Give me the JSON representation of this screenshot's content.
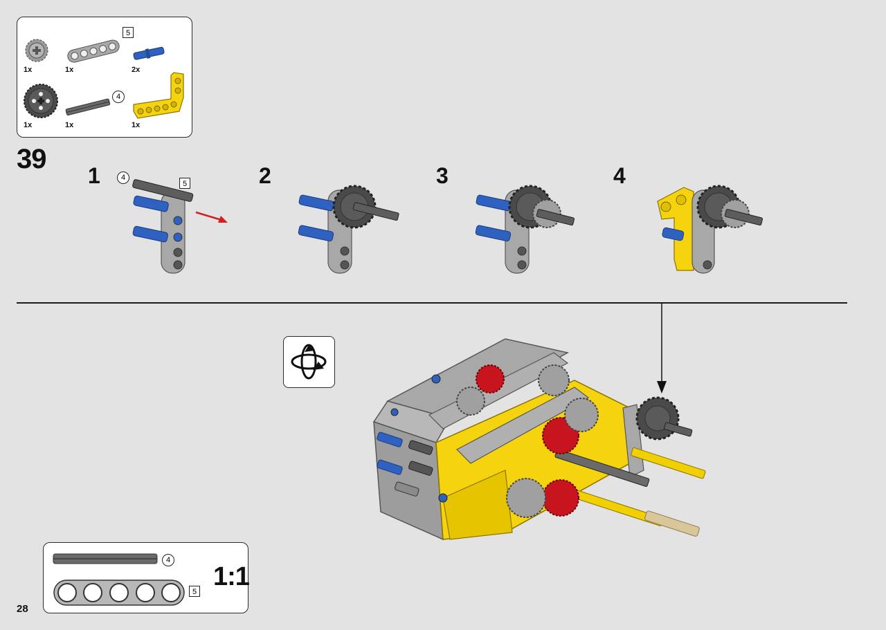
{
  "parts_list": {
    "items": [
      {
        "qty": "1x",
        "part": "small-gear-16-tooth",
        "color": "#9a9a9a"
      },
      {
        "qty": "1x",
        "part": "beam-5",
        "length": "5",
        "color": "#a8a8a8"
      },
      {
        "qty": "2x",
        "part": "pin-with-axle-blue",
        "color": "#2f62c0"
      },
      {
        "qty": "1x",
        "part": "gear-24-tooth",
        "color": "#4a4a4a"
      },
      {
        "qty": "1x",
        "part": "axle-4",
        "length": "4",
        "color": "#6a6a6a"
      },
      {
        "qty": "1x",
        "part": "l-beam-yellow",
        "color": "#f5d40f"
      }
    ]
  },
  "step": {
    "number": "39",
    "substeps": [
      {
        "label": "1",
        "axle_length": "4",
        "beam_length": "5"
      },
      {
        "label": "2"
      },
      {
        "label": "3"
      },
      {
        "label": "4"
      }
    ]
  },
  "rotate_icon": "rotate-model-icon",
  "scale_reference": {
    "axle_length": "4",
    "beam_length": "5",
    "scale": "1:1"
  },
  "page_number": "28",
  "colors": {
    "background": "#e3e3e3",
    "yellow": "#f5d40f",
    "blue": "#2f62c0",
    "light_gray": "#a8a8a8",
    "dark_gray": "#4a4a4a",
    "red": "#c8141e",
    "tan": "#d9c79a"
  }
}
